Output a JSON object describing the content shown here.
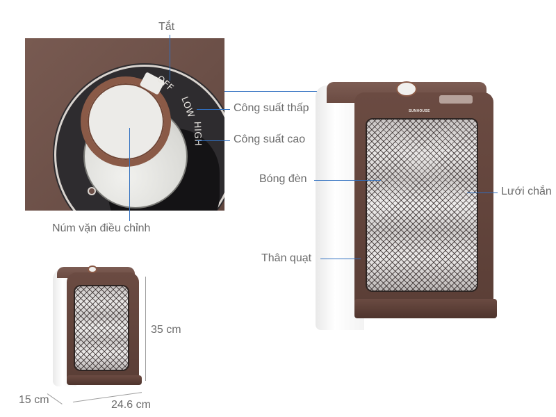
{
  "closeup": {
    "dial_positions": [
      "OFF",
      "LOW",
      "HIGH"
    ],
    "labels": {
      "off": "Tắt",
      "low": "Công suất thấp",
      "high": "Công suất cao",
      "knob": "Núm vặn điều chỉnh"
    }
  },
  "main_product": {
    "brand": "SUNHOUSE",
    "labels": {
      "bulb": "Bóng đèn",
      "grill": "Lưới chắn",
      "body": "Thân quạt"
    }
  },
  "dimensions": {
    "height": "35 cm",
    "depth": "15 cm",
    "width": "24.6 cm"
  },
  "colors": {
    "callout_line": "#2f6fc0",
    "body_brown": "#6b4b42",
    "label_text": "#6b6b6b"
  }
}
